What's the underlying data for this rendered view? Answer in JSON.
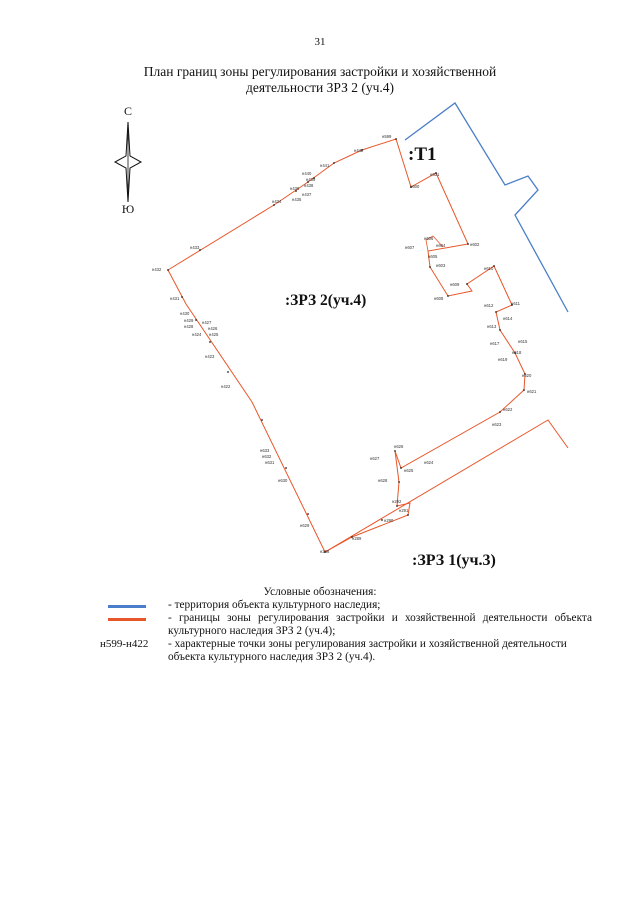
{
  "page": {
    "number": "31"
  },
  "title": {
    "line1": "План границ зоны регулирования застройки и хозяйственной",
    "line2": "деятельности ЗРЗ 2 (уч.4)"
  },
  "compass": {
    "north": "С",
    "south": "Ю"
  },
  "map": {
    "zones": {
      "t1": ":Т1",
      "zrz2": ":ЗРЗ 2(уч.4)",
      "zrz1": ":ЗРЗ 1(уч.3)"
    },
    "points": {
      "n599": "н599",
      "n442": "н442",
      "n441": "н441",
      "n440": "н440",
      "n439": "н439",
      "n438": "н438",
      "n437": "н437",
      "n436": "н436",
      "n435": "н435",
      "n434": "н434",
      "n433": "н433",
      "n432": "н432",
      "n431": "н431",
      "n430": "н430",
      "n429": "н429",
      "n428": "н428",
      "n427": "н427",
      "n426": "н426",
      "n425": "н425",
      "n424": "н424",
      "n423": "н423",
      "n422": "н422",
      "n600": "н600",
      "n601": "н601",
      "n602": "н602",
      "n603": "н603",
      "n604": "н604",
      "n605": "н605",
      "n606": "н606",
      "n607": "н607",
      "n608": "н608",
      "n609": "н609",
      "n610": "н610",
      "n611": "н611",
      "n612": "н612",
      "n613": "н613",
      "n614": "н614",
      "n615": "н615",
      "n617": "н617",
      "n618": "н618",
      "n619": "н619",
      "n620": "н620",
      "n621": "н621",
      "n622": "н622",
      "n623": "н623",
      "n624": "н624",
      "n625": "н625",
      "n626": "н626",
      "n627": "н627",
      "n628": "н628",
      "n629": "н629",
      "n630": "н630",
      "n631": "н631",
      "n632": "н632",
      "n633": "н633",
      "n288": "н288",
      "n289": "н289",
      "n290": "н290",
      "n291": "н291",
      "n292": "н292"
    }
  },
  "legend": {
    "title": "Условные обозначения:",
    "item_blue": "- территория объекта культурного наследия;",
    "item_red": "- границы зоны регулирования застройки и хозяйственной деятельности объекта культурного наследия ЗРЗ 2 (уч.4);",
    "points_code": "н599-н422",
    "item_points": "- характерные точки зоны регулирования застройки и хозяйственной деятельности объекта культурного наследия ЗРЗ 2 (уч.4).",
    "colors": {
      "heritage": "#4a7ec8",
      "boundary": "#e8572a"
    }
  }
}
